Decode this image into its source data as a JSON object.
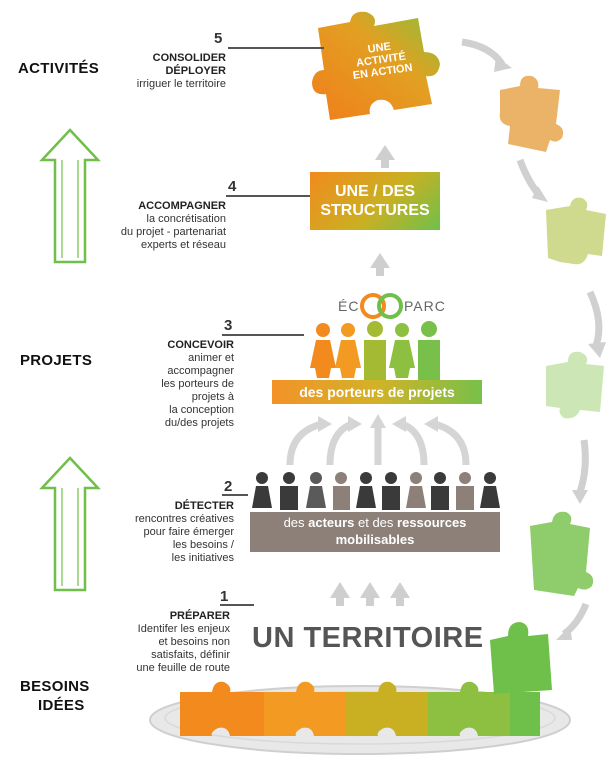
{
  "sides": {
    "activites": "ACTIVITÉS",
    "projets": "PROJETS",
    "besoins": "BESOINS",
    "idees": "IDÉES"
  },
  "steps": [
    {
      "num": "5",
      "title_lines": [
        "CONSOLIDER",
        "DÉPLOYER"
      ],
      "desc_lines": [
        "irriguer le territoire"
      ]
    },
    {
      "num": "4",
      "title_lines": [
        "ACCOMPAGNER"
      ],
      "desc_lines": [
        "la concrétisation",
        "du projet - partenariat",
        "experts et réseau"
      ]
    },
    {
      "num": "3",
      "title_lines": [
        "CONCEVOIR"
      ],
      "desc_lines": [
        "animer et",
        "accompagner",
        "les porteurs de",
        "projets à",
        "la conception",
        "du/des projets"
      ]
    },
    {
      "num": "2",
      "title_lines": [
        "DÉTECTER"
      ],
      "desc_lines": [
        "rencontres créatives",
        "pour faire émerger",
        "les besoins /",
        "les initiatives"
      ]
    },
    {
      "num": "1",
      "title_lines": [
        "PRÉPARER"
      ],
      "desc_lines": [
        "Identifer les enjeux",
        "et besoins non",
        "satisfaits, définir",
        "une feuille de route"
      ]
    }
  ],
  "top_puzzle": {
    "lines": [
      "UNE",
      "ACTIVITÉ",
      "EN ACTION"
    ]
  },
  "structures": {
    "lines": [
      "UNE / DES",
      "STRUCTURES"
    ]
  },
  "logo": {
    "left": "ÉC",
    "right": "PARC"
  },
  "porteurs_label": "des porteurs de projets",
  "acteurs": {
    "p1": "des ",
    "b1": "acteurs",
    "p2": " et des ",
    "b2": "ressources",
    "line2": "mobilisables"
  },
  "territoire_label": "UN TERRITOIRE",
  "colors": {
    "orange": "#f28a1e",
    "green": "#6fc04a",
    "gray": "#8d8079",
    "dark": "#3a3a3a"
  }
}
